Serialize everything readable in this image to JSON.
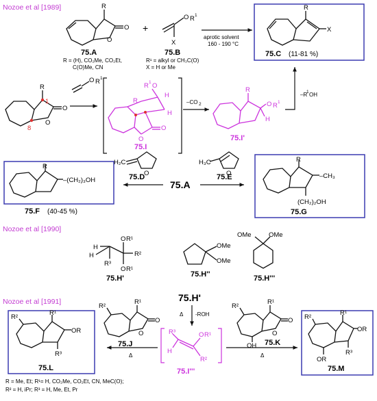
{
  "references": [
    "Nozoe et al [1989]",
    "Nozoe et al [1990]",
    "Nozoe et al [1991]"
  ],
  "compounds": {
    "A": "75.A",
    "B": "75.B",
    "C": "75.C",
    "C_yield": "(11-81 %)",
    "I": "75.I",
    "I_prime": "75.I'",
    "D": "75.D",
    "E": "75.E",
    "F": "75.F",
    "F_yield": "(40-45 %)",
    "G": "75.G",
    "H1": "75.H'",
    "H2": "75.H''",
    "H3": "75.H'''",
    "J": "75.J",
    "K": "75.K",
    "I3": "75.I'''",
    "L": "75.L",
    "M": "75.M"
  },
  "conditions": {
    "aprotic": "aprotic solvent",
    "temp": "160 - 190 °C",
    "minus_co2": "–CO",
    "minus_r1oh": "–R",
    "delta": "Δ",
    "minus_roh": "-ROH"
  },
  "notes": {
    "r_a": "R = (H), CO₂Me, CO₂Et,",
    "r_a2": "C(O)Me, CN",
    "r1_b": "R¹ = alkyl or CH₃C(O)",
    "x_b": "X = H or Me",
    "l_1": "R = Me, Et; R¹= H, CO₂Me, CO₂Et, CN, MeC(O);",
    "l_2": "R² = H, iPr; R³ = H, Me, Et, Pr"
  },
  "substituents": {
    "R": "R",
    "O": "O",
    "X": "X",
    "H": "H",
    "OMe": "OMe",
    "OH": "OH",
    "OR": "OR",
    "R1": "R¹",
    "R2": "R²",
    "R3": "R³",
    "n1": "1",
    "n8": "8",
    "ch2_3oh": "–(CH₂)₃OH",
    "ch2_2oh": "(CH₂)₂OH",
    "ch3": "–CH₃",
    "h2c": "H₂C",
    "h3c": "H₃C"
  }
}
